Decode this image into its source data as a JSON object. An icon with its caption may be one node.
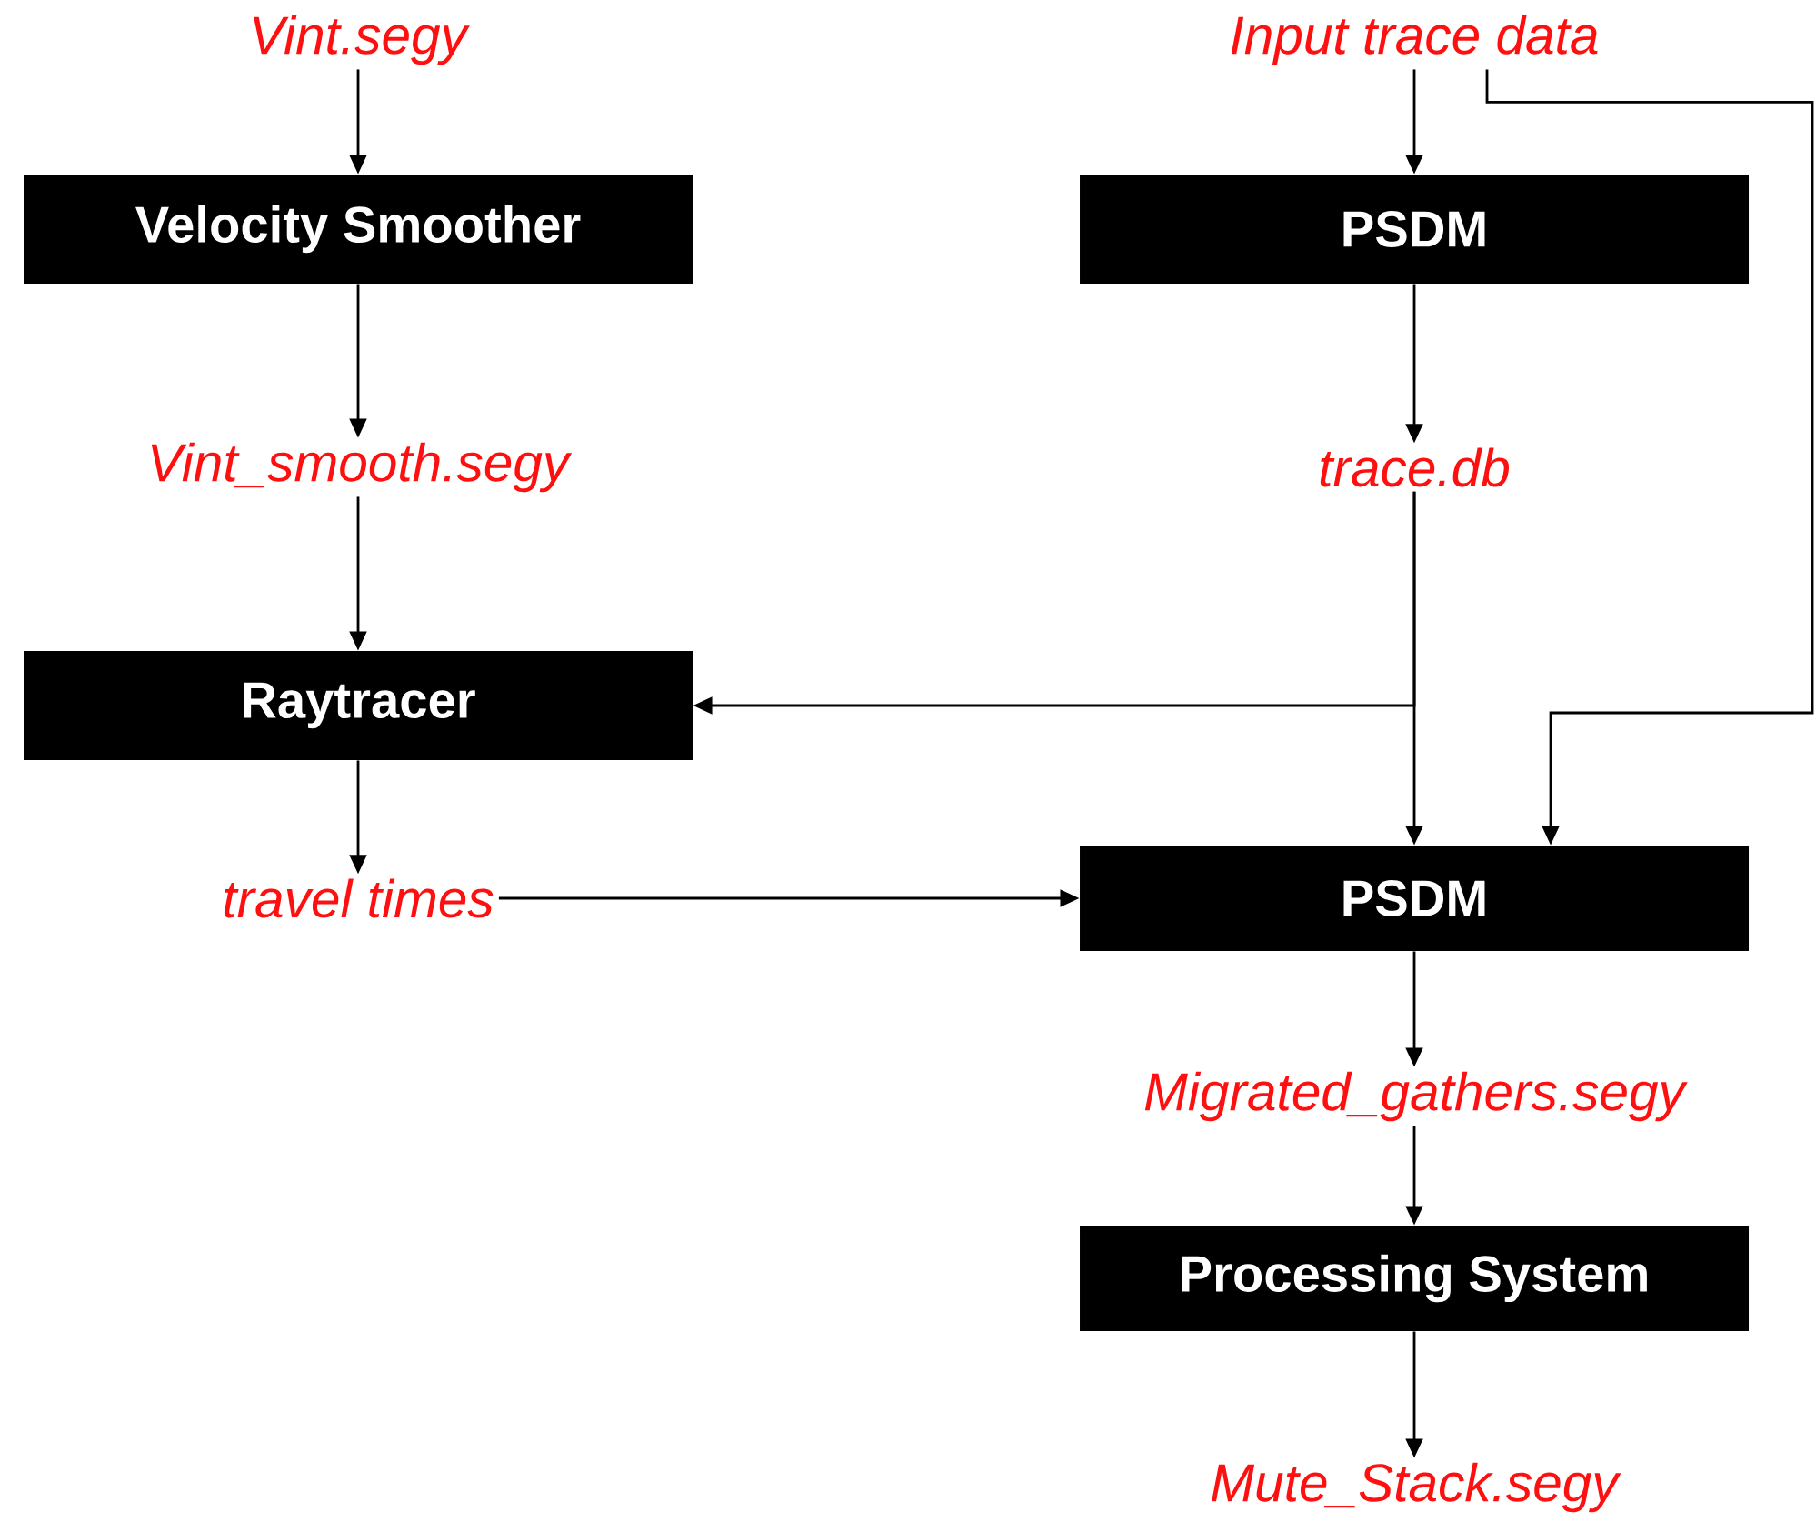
{
  "diagram": {
    "nodes": [
      {
        "text": [
          "Vint.segy"
        ]
      },
      {
        "text": [
          "Velocity Smoother"
        ]
      },
      {
        "text": [
          "Vint_smooth.segy"
        ]
      },
      {
        "text": [
          "Raytracer"
        ]
      },
      {
        "text": [
          "travel times"
        ]
      },
      {
        "text": [
          "Input trace data"
        ]
      },
      {
        "text": [
          "PSDM"
        ]
      },
      {
        "text": [
          "trace.db"
        ]
      },
      {
        "text": [
          "PSDM"
        ]
      },
      {
        "text": [
          "Migrated_gathers.segy"
        ]
      },
      {
        "text": [
          "Processing System"
        ]
      },
      {
        "text": [
          "Mute_Stack.segy"
        ]
      }
    ],
    "edges": [
      {
        "from": 0,
        "to": 1,
        "arrow": "to"
      },
      {
        "from": 1,
        "to": 2,
        "arrow": "to"
      },
      {
        "from": 2,
        "to": 3,
        "arrow": "to"
      },
      {
        "from": 3,
        "to": 4,
        "arrow": "to"
      },
      {
        "from": 5,
        "to": 6,
        "arrow": "to"
      },
      {
        "from": 6,
        "to": 7,
        "arrow": "to"
      },
      {
        "from": 7,
        "to": 8,
        "arrow": "to"
      },
      {
        "from": 7,
        "to": 3,
        "arrow": "to"
      },
      {
        "from": 4,
        "to": 8,
        "arrow": "to"
      },
      {
        "from": 5,
        "to": 8,
        "arrow": "to"
      },
      {
        "from": 8,
        "to": 9,
        "arrow": "to"
      },
      {
        "from": 9,
        "to": 10,
        "arrow": "to"
      },
      {
        "from": 10,
        "to": 11,
        "arrow": "to"
      }
    ]
  }
}
